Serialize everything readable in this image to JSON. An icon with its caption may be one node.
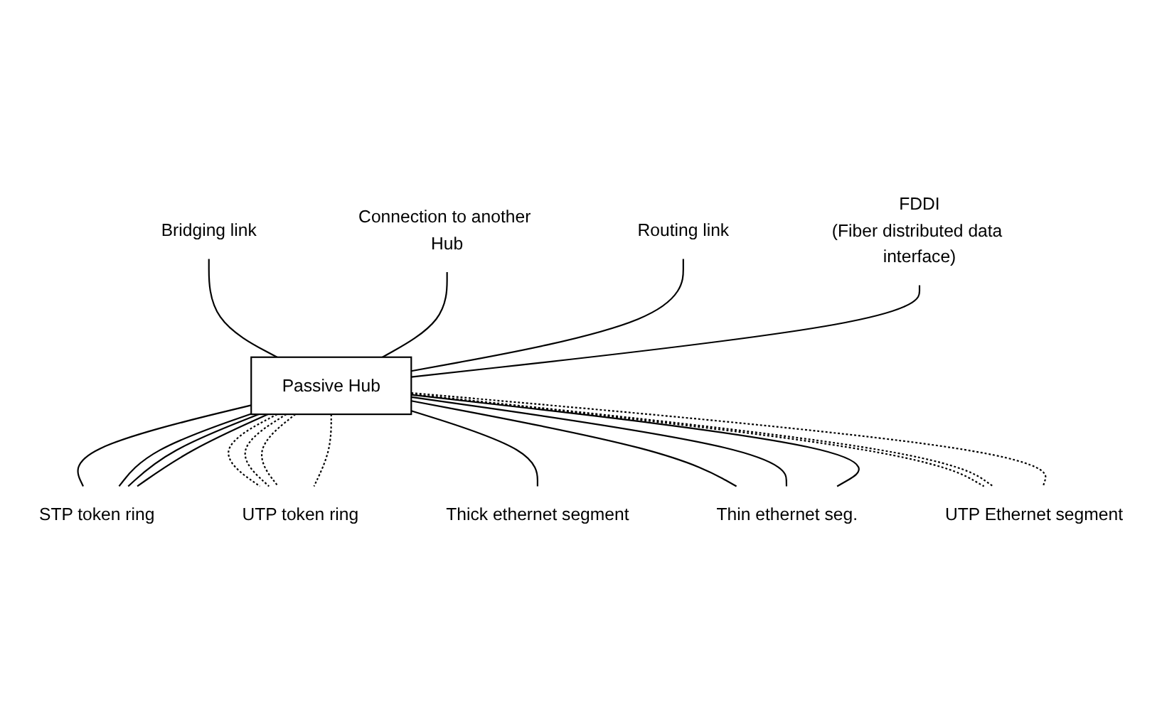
{
  "diagram": {
    "nodes": [
      {
        "text": [
          "Bridging link"
        ]
      },
      {
        "text": [
          "Connection to another Hub"
        ]
      },
      {
        "text": [
          "Routing link"
        ]
      },
      {
        "text": [
          "FDDI",
          "(Fiber distributed data interface)"
        ]
      },
      {
        "text": [
          "Passive Hub"
        ]
      },
      {
        "text": [
          "STP token ring"
        ]
      },
      {
        "text": [
          "UTP token ring"
        ]
      },
      {
        "text": [
          "Thick ethernet segment"
        ]
      },
      {
        "text": [
          "Thin ethernet seg."
        ]
      },
      {
        "text": [
          "UTP Ethernet segment"
        ]
      }
    ],
    "edges": [
      {
        "from": 0,
        "to": 4,
        "arrow": "none"
      },
      {
        "from": 1,
        "to": 4,
        "arrow": "none"
      },
      {
        "from": 2,
        "to": 4,
        "arrow": "none"
      },
      {
        "from": 3,
        "to": 4,
        "arrow": "none"
      },
      {
        "from": 4,
        "to": 5,
        "arrow": "none"
      },
      {
        "from": 4,
        "to": 5,
        "arrow": "none"
      },
      {
        "from": 4,
        "to": 5,
        "arrow": "none"
      },
      {
        "from": 4,
        "to": 5,
        "arrow": "none"
      },
      {
        "from": 4,
        "to": 6,
        "arrow": "none",
        "style": "dashed"
      },
      {
        "from": 4,
        "to": 6,
        "arrow": "none",
        "style": "dashed"
      },
      {
        "from": 4,
        "to": 6,
        "arrow": "none",
        "style": "dashed"
      },
      {
        "from": 4,
        "to": 6,
        "arrow": "none",
        "style": "dashed"
      },
      {
        "from": 4,
        "to": 7,
        "arrow": "none"
      },
      {
        "from": 4,
        "to": 8,
        "arrow": "none"
      },
      {
        "from": 4,
        "to": 8,
        "arrow": "none"
      },
      {
        "from": 4,
        "to": 8,
        "arrow": "none"
      },
      {
        "from": 4,
        "to": 9,
        "arrow": "none",
        "style": "dashed"
      },
      {
        "from": 4,
        "to": 9,
        "arrow": "none",
        "style": "dashed"
      },
      {
        "from": 4,
        "to": 9,
        "arrow": "none",
        "style": "dashed"
      }
    ]
  }
}
